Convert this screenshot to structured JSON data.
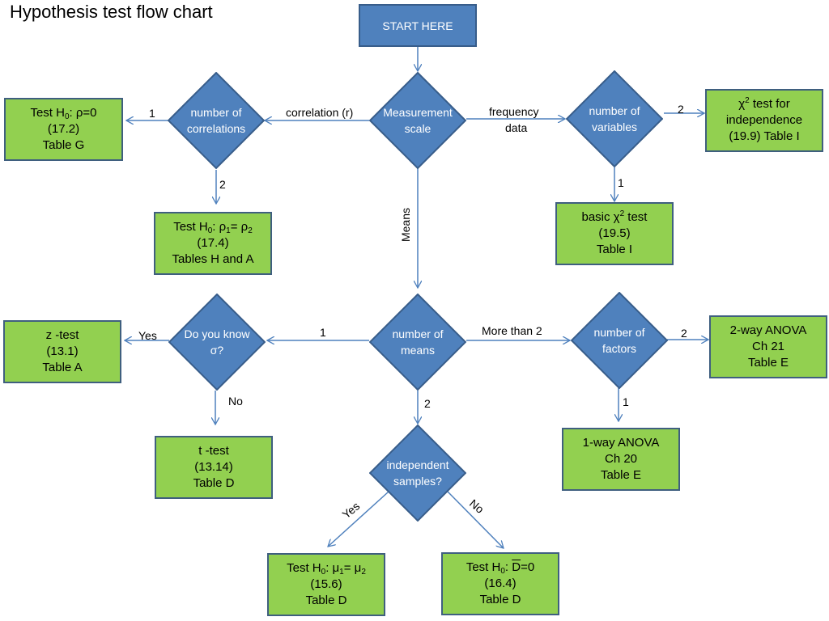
{
  "title": "Hypothesis test flow chart",
  "start": "START HERE",
  "diamonds": {
    "measurement": [
      "Measurement",
      "scale"
    ],
    "correlations": [
      "number of",
      "correlations"
    ],
    "variables": [
      "number  of",
      "variables"
    ],
    "means": [
      "number  of",
      "means"
    ],
    "know_sigma": [
      "Do you know",
      "σ?"
    ],
    "factors": [
      "number  of",
      "factors"
    ],
    "independent": [
      "independent",
      "samples?"
    ]
  },
  "boxes": {
    "rho_zero": {
      "l1_pre": "Test H",
      "l1_sub": "0",
      "l1_post": ": ρ=0",
      "l2": "(17.2)",
      "l3": "Table G"
    },
    "rho_equal": {
      "l1_pre": "Test H",
      "l1_sub": "0",
      "l1_mid": ": ρ",
      "l1_sub2": "1",
      "l1_mid2": "= ρ",
      "l1_sub3": "2",
      "l2": "(17.4)",
      "l3": "Tables H and A"
    },
    "chi_indep": {
      "l1_pre": "χ",
      "l1_sup": "2",
      "l1_post": " test for",
      "l2": "independence",
      "l3": "(19.9)  Table I"
    },
    "chi_basic": {
      "l1_pre": "basic  χ",
      "l1_sup": "2",
      "l1_post": " test",
      "l2": "(19.5)",
      "l3": "Table I"
    },
    "z_test": {
      "l1": "z -test",
      "l2": "(13.1)",
      "l3": "Table A"
    },
    "t_test": {
      "l1": "t -test",
      "l2": "(13.14)",
      "l3": "Table D"
    },
    "anova2": {
      "l1": "2-way ANOVA",
      "l2": "Ch 21",
      "l3": "Table E"
    },
    "anova1": {
      "l1": "1-way ANOVA",
      "l2": "Ch 20",
      "l3": "Table E"
    },
    "mu_equal": {
      "l1_pre": "Test H",
      "l1_sub": "0",
      "l1_mid": ": μ",
      "l1_sub2": "1",
      "l1_mid2": "= μ",
      "l1_sub3": "2",
      "l2": "(15.6)",
      "l3": "Table D"
    },
    "d_zero": {
      "l1_pre": "Test H",
      "l1_sub": "0",
      "l1_mid": ": ",
      "l1_over": "D",
      "l1_post": "=0",
      "l2": "(16.4)",
      "l3": "Table D"
    }
  },
  "labels": {
    "correlation": "correlation (r)",
    "frequency_1": "frequency",
    "frequency_2": "data",
    "means": "Means",
    "corr_1": "1",
    "corr_2": "2",
    "var_2": "2",
    "var_1": "1",
    "means_1": "1",
    "more_than_2": "More than 2",
    "means_2": "2",
    "sigma_yes": "Yes",
    "sigma_no": "No",
    "factors_2": "2",
    "factors_1": "1",
    "indep_yes": "Yes",
    "indep_no": "No"
  },
  "colors": {
    "green_box": "#92d050",
    "blue_shape": "#4f81bd",
    "arrow": "#4f81bd"
  }
}
